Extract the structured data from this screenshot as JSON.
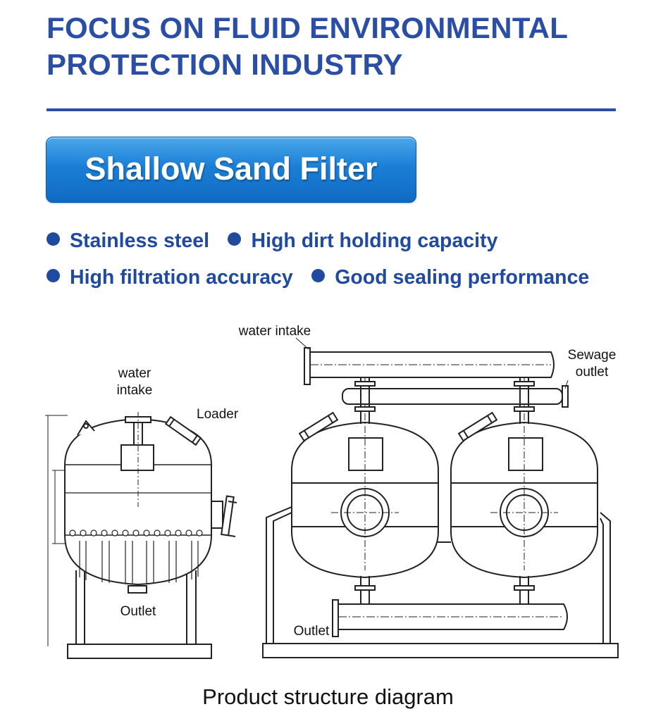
{
  "header": {
    "title_line1": "FOCUS ON FLUID ENVIRONMENTAL",
    "title_line2": "PROTECTION INDUSTRY"
  },
  "badge": {
    "label": "Shallow Sand Filter"
  },
  "features": [
    "Stainless steel",
    "High dirt holding capacity",
    "High filtration accuracy",
    "Good sealing performance"
  ],
  "diagram": {
    "left_labels": {
      "water_intake_1": "water",
      "water_intake_2": "intake",
      "loader": "Loader",
      "outlet": "Outlet"
    },
    "right_labels": {
      "water_intake": "water intake",
      "sewage_1": "Sewage",
      "sewage_2": "outlet",
      "outlet": "Outlet"
    }
  },
  "caption": "Product structure diagram",
  "colors": {
    "title": "#2a4ea6",
    "badge": "#1b7fd6",
    "feature_text": "#1f4aa0"
  }
}
